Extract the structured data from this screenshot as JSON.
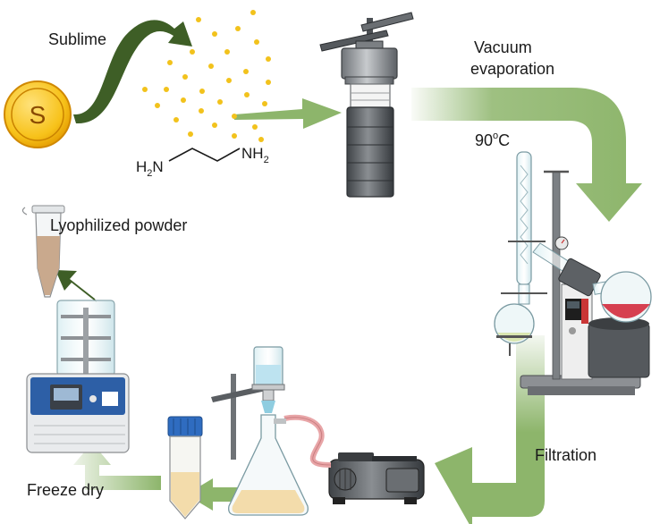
{
  "labels": {
    "sublime": "Sublime",
    "s_symbol": "S",
    "vacuum_evaporation_line1": "Vacuum",
    "vacuum_evaporation_line2": "evaporation",
    "temperature_value": "90",
    "temperature_sup": "o",
    "temperature_unit": "C",
    "lyophilized_powder": "Lyophilized powder",
    "filtration": "Filtration",
    "freeze_dry": "Freeze dry"
  },
  "ethylenediamine": {
    "left_h": "H",
    "left_sub": "2",
    "left_n": "N",
    "right_nh": "NH",
    "right_sub": "2"
  },
  "colors": {
    "arrow_green": "#8db56b",
    "dark_arrow_green": "#4a6b2e",
    "sulfur_yellow": "#f2b705",
    "flask_red": "#d64050"
  },
  "icons": [
    "sulfur-icon",
    "autoclave-icon",
    "rotary-evaporator-icon",
    "vacuum-pump-icon",
    "filtration-flask-icon",
    "falcon-tube-icon",
    "freeze-dryer-icon",
    "centrifuge-tube-icon"
  ]
}
